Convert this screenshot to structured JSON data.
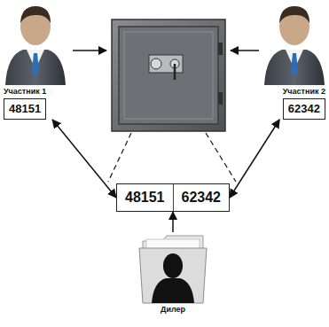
{
  "diagram": {
    "nodes": [
      {
        "text": [
          "Участник 1",
          "48151"
        ]
      },
      {
        "text": [
          "Участник 2",
          "62342"
        ]
      },
      {
        "text": [
          "48151",
          "62342"
        ]
      },
      {
        "text": [
          "Дилер"
        ]
      }
    ],
    "edges": [
      {
        "from": 0,
        "to": 2,
        "arrow": "both"
      },
      {
        "from": 1,
        "to": 2,
        "arrow": "both"
      },
      {
        "from": 3,
        "to": 2,
        "arrow": "to"
      }
    ]
  }
}
